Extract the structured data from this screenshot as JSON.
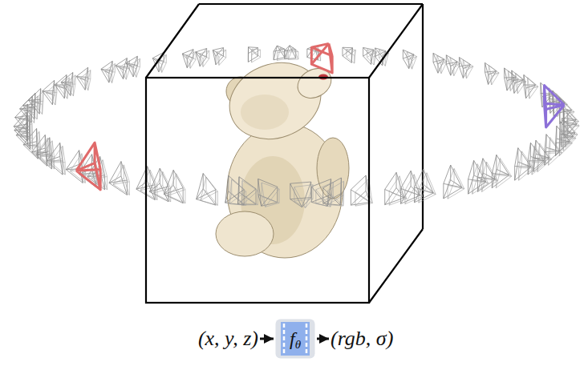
{
  "diagram": {
    "nodes": [
      {
        "text": [
          "(x, y, z)"
        ]
      },
      {
        "text": [
          "f",
          "θ"
        ]
      },
      {
        "text": [
          "(rgb, σ)"
        ]
      }
    ],
    "edges": [
      {
        "from": 0,
        "to": 1,
        "arrow": "to"
      },
      {
        "from": 1,
        "to": 2,
        "arrow": "to"
      }
    ]
  }
}
